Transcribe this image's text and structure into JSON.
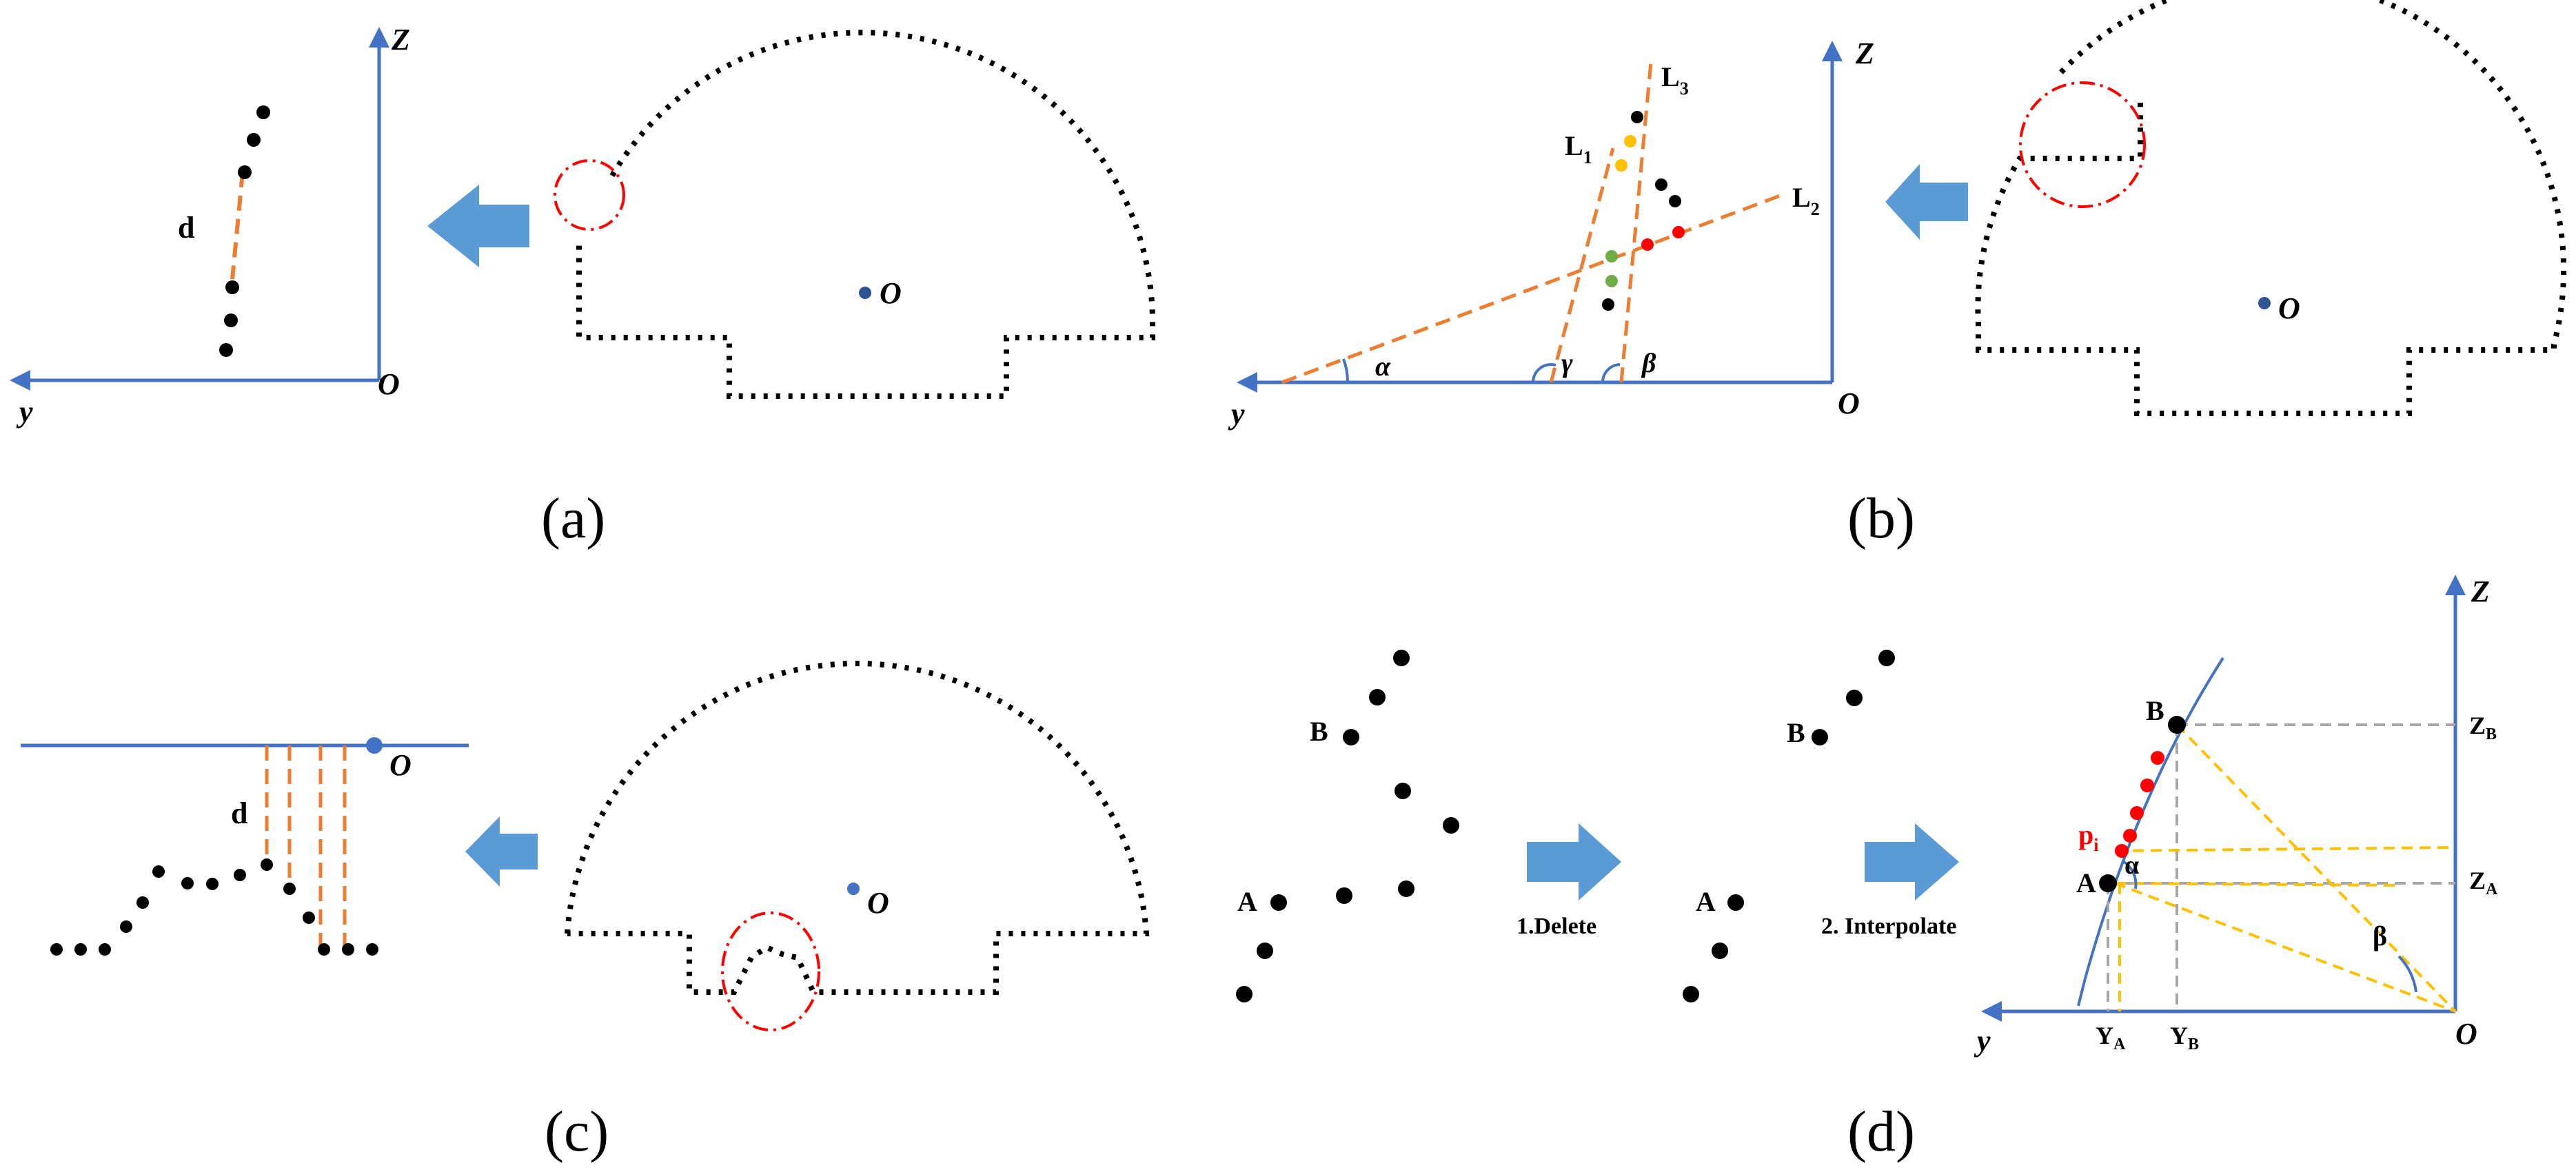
{
  "colors": {
    "axis": "#4472c4",
    "arrow": "#5b9bd5",
    "dots": "#000000",
    "outline": "#000000",
    "dashed_orange": "#ed7d31",
    "circle_red": "#ff0000",
    "yellow_line": "#ffc000",
    "grey_line": "#a6a6a6",
    "green_dot": "#70ad47",
    "yellow_dot": "#ffc000",
    "red_dot": "#ff0000",
    "origin_dot": "#2f5597"
  },
  "panel_a": {
    "caption": "(a)",
    "axis_z": "Z",
    "axis_y": "y",
    "origin": "O",
    "distance": "d",
    "center": "O"
  },
  "panel_b": {
    "caption": "(b)",
    "axis_z": "Z",
    "axis_y": "y",
    "origin": "O",
    "line1": "L",
    "line1_sub": "1",
    "line2": "L",
    "line2_sub": "2",
    "line3": "L",
    "line3_sub": "3",
    "angle_alpha": "α",
    "angle_gamma": "γ",
    "angle_beta": "β",
    "center": "O"
  },
  "panel_c": {
    "caption": "(c)",
    "origin": "O",
    "distance": "d",
    "center": "O"
  },
  "panel_d": {
    "caption": "(d)",
    "point_a": "A",
    "point_b": "B",
    "step1": "1.Delete",
    "step2": "2. Interpolate",
    "axis_z": "Z",
    "axis_y": "y",
    "origin": "O",
    "za": "Z",
    "za_sub": "A",
    "zb": "Z",
    "zb_sub": "B",
    "ya": "Y",
    "ya_sub": "A",
    "yb": "Y",
    "yb_sub": "B",
    "pi": "p",
    "pi_sub": "i",
    "angle_alpha": "α",
    "angle_beta": "β"
  }
}
